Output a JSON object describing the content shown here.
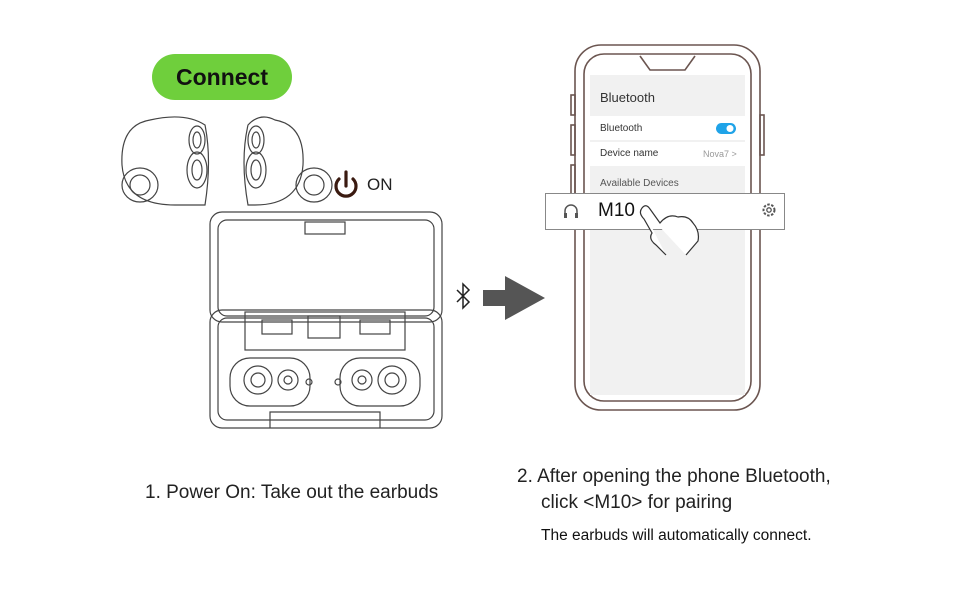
{
  "left": {
    "connect_label": "Connect",
    "on_label": "ON"
  },
  "phone": {
    "title": "Bluetooth",
    "bluetooth_row": "Bluetooth",
    "bluetooth_on": true,
    "device_name_label": "Device name",
    "device_name_value": "Nova7 >",
    "available_label": "Available Devices",
    "device": "M10"
  },
  "captions": {
    "step1": "1. Power On: Take out the earbuds",
    "step2_line1": "2. After opening the phone Bluetooth,",
    "step2_line2": "click <M10> for pairing",
    "note": "The earbuds will automatically connect."
  },
  "colors": {
    "connect": "#6fcf3c",
    "toggle": "#1fa3e8",
    "arrow": "#555555"
  }
}
